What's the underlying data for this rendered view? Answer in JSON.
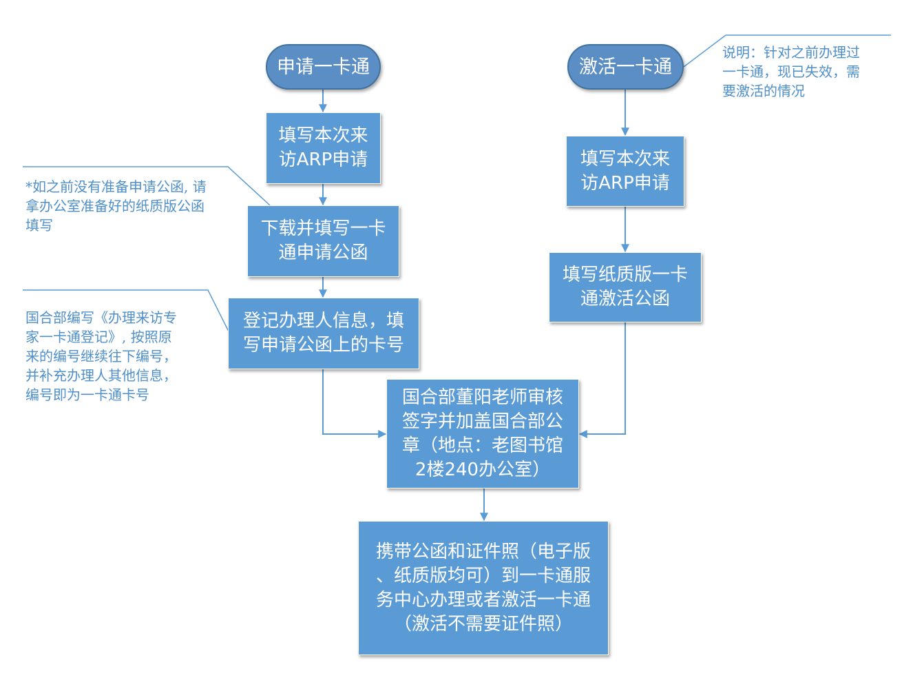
{
  "nodes": {
    "apply_start": "申请一卡通",
    "activate_start": "激活一卡通",
    "apply_arp": [
      "填写本次来",
      "访ARP申请"
    ],
    "activate_arp": [
      "填写本次来",
      "访ARP申请"
    ],
    "download_letter": [
      "下载并填写一卡",
      "通申请公函"
    ],
    "register_info": [
      "登记办理人信息，填",
      "写申请公函上的卡号"
    ],
    "paper_activation": [
      "填写纸质版一卡",
      "通激活公函"
    ],
    "review_sign": [
      "国合部董阳老师审核",
      "签字并加盖国合部公",
      "章（地点：老图书馆",
      "2楼240办公室）"
    ],
    "final_step": [
      "携带公函和证件照（电子版",
      "、纸质版均可）到一卡通服",
      "务中心办理或者激活一卡通",
      "（激活不需要证件照）"
    ]
  },
  "notes": {
    "activation_note": [
      "说明：针对之前办理过",
      "一卡通，现已失效，需",
      "要激活的情况"
    ],
    "letter_note": [
      "*如之前没有准备申请公函, 请",
      "拿办公室准备好的纸质版公函",
      "填写"
    ],
    "register_note": [
      "国合部编写《办理来访专",
      "家一卡通登记》, 按照原",
      "来的编号继续往下编号，",
      "并补充办理人其他信息，",
      "编号即为一卡通卡号"
    ]
  },
  "colors": {
    "box_fill": "#5b9bd5",
    "terminal_fill": "#5b8ec4",
    "terminal_border": "#41719c",
    "connector": "#5b9bd5",
    "note_text": "#4e8fca"
  }
}
